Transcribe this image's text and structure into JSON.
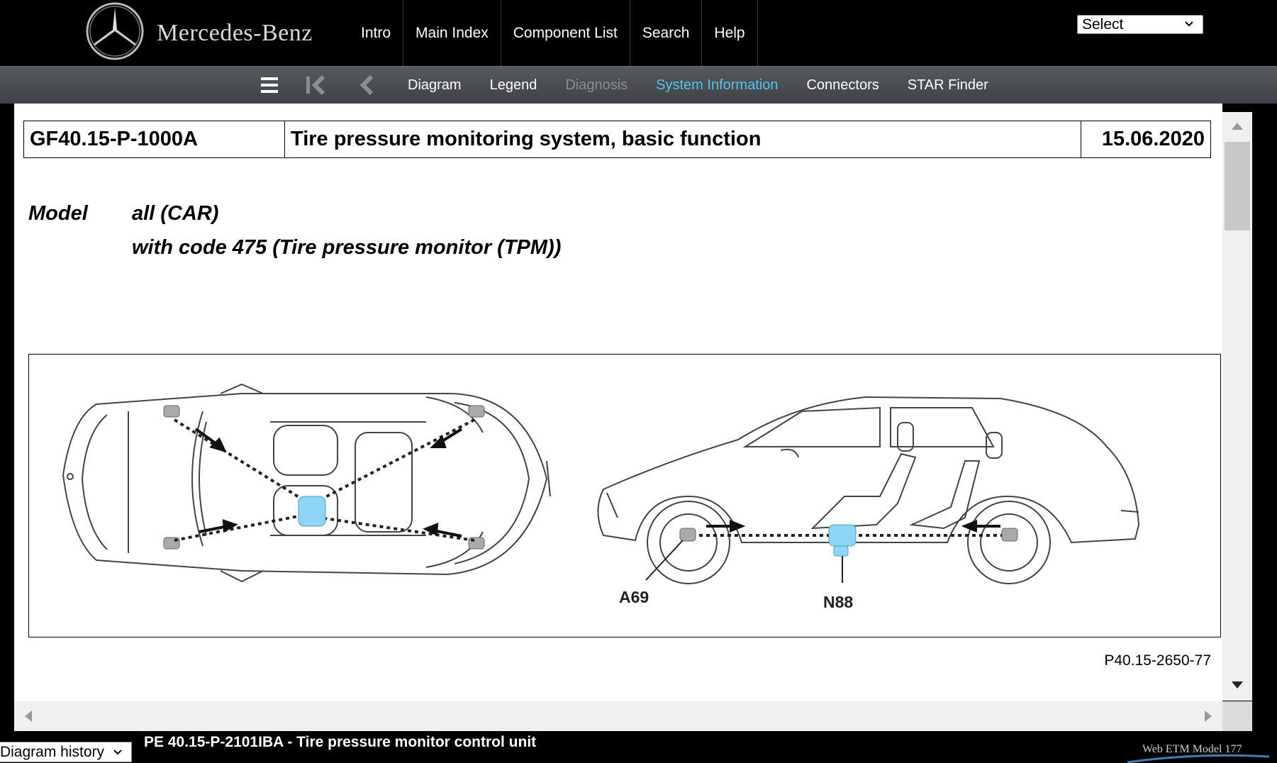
{
  "header": {
    "brand": "Mercedes-Benz",
    "nav": [
      "Intro",
      "Main Index",
      "Component List",
      "Search",
      "Help"
    ],
    "select_value": "Select"
  },
  "toolbar": {
    "items": [
      {
        "label": "Diagram",
        "state": "normal"
      },
      {
        "label": "Legend",
        "state": "normal"
      },
      {
        "label": "Diagnosis",
        "state": "disabled"
      },
      {
        "label": "System Information",
        "state": "active"
      },
      {
        "label": "Connectors",
        "state": "normal"
      },
      {
        "label": "STAR Finder",
        "state": "normal"
      }
    ],
    "icons": [
      "menu-icon",
      "first-page-icon",
      "back-icon"
    ]
  },
  "document": {
    "code": "GF40.15-P-1000A",
    "title": "Tire pressure monitoring system, basic function",
    "date": "15.06.2020",
    "model_label": "Model",
    "model_lines": [
      "all (CAR)",
      "with code 475 (Tire pressure monitor (TPM))"
    ],
    "figure": {
      "labels": [
        "A69",
        "N88"
      ],
      "code": "P40.15-2650-77"
    }
  },
  "footer": {
    "history_value": "Diagram history",
    "link": "PE 40.15-P-2101IBA - Tire pressure monitor control unit",
    "product": "Web ETM Model 177"
  },
  "colors": {
    "accent": "#56c3f0",
    "disabled": "#8a8d91",
    "sensor": "#8fd4f5"
  }
}
